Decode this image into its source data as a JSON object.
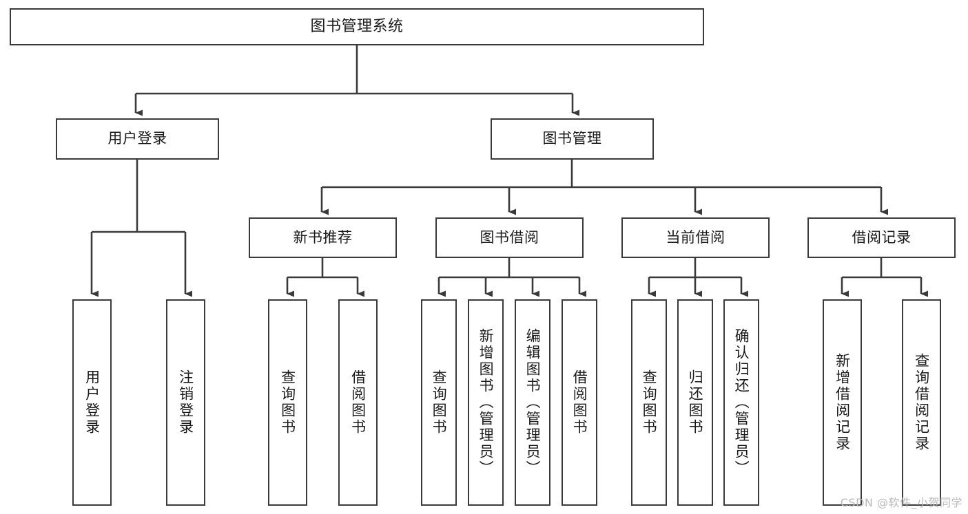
{
  "diagram": {
    "type": "tree",
    "title": "图书管理系统",
    "orientation": "top-down",
    "line_color": "#3a3a3a",
    "box_fill": "#ffffff",
    "text_color": "#1a1a1a",
    "root": {
      "label": "图书管理系统"
    },
    "level2": [
      {
        "label": "用户登录"
      },
      {
        "label": "图书管理"
      }
    ],
    "level3": [
      {
        "label": "新书推荐"
      },
      {
        "label": "图书借阅"
      },
      {
        "label": "当前借阅"
      },
      {
        "label": "借阅记录"
      }
    ],
    "leaves": {
      "user_login": [
        {
          "label": "用户登录"
        },
        {
          "label": "注销登录"
        }
      ],
      "new_book_recommend": [
        {
          "label": "查询图书"
        },
        {
          "label": "借阅图书"
        }
      ],
      "book_borrow": [
        {
          "label": "查询图书"
        },
        {
          "label": "新增图书（管理员）"
        },
        {
          "label": "编辑图书（管理员）"
        },
        {
          "label": "借阅图书"
        }
      ],
      "current_borrow": [
        {
          "label": "查询图书"
        },
        {
          "label": "归还图书"
        },
        {
          "label": "确认归还（管理员）"
        }
      ],
      "borrow_record": [
        {
          "label": "新增借阅记录"
        },
        {
          "label": "查询借阅记录"
        }
      ]
    }
  },
  "watermark": {
    "text": "CSDN @软件_小贺同学"
  }
}
